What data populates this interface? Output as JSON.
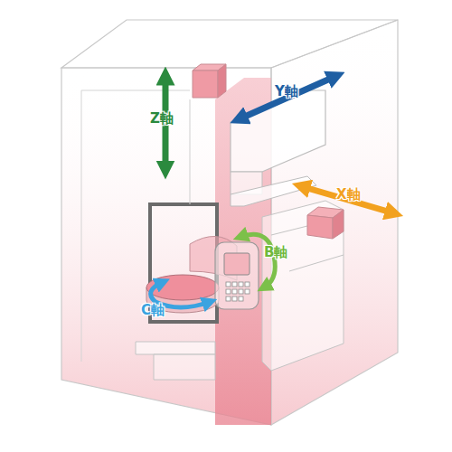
{
  "diagram": {
    "labels": [
      "Z軸",
      "Y軸",
      "X軸",
      "B軸",
      "C軸"
    ]
  }
}
